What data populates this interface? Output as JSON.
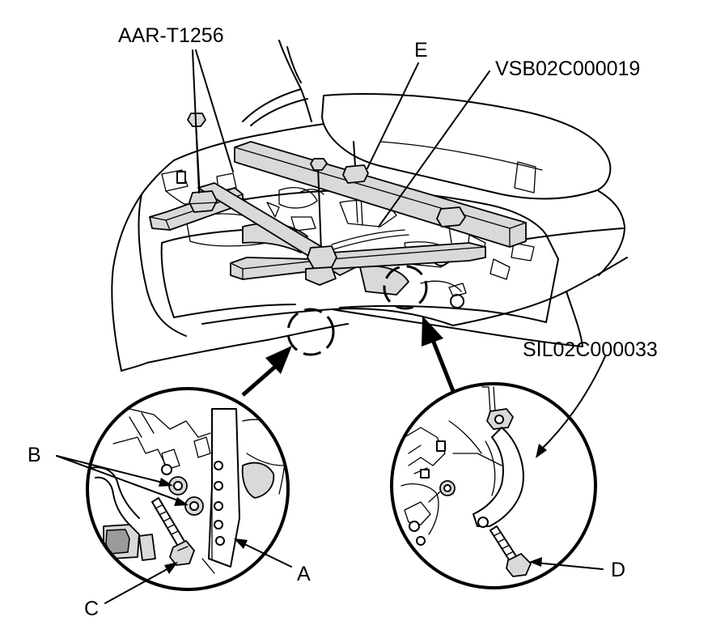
{
  "labels": {
    "tool_bar": "AAR-T1256",
    "tool_e": "E",
    "vsb_code": "VSB02C000019",
    "sil_code": "SIL02C000033",
    "callout_a": "A",
    "callout_b": "B",
    "callout_c": "C",
    "callout_d": "D"
  }
}
